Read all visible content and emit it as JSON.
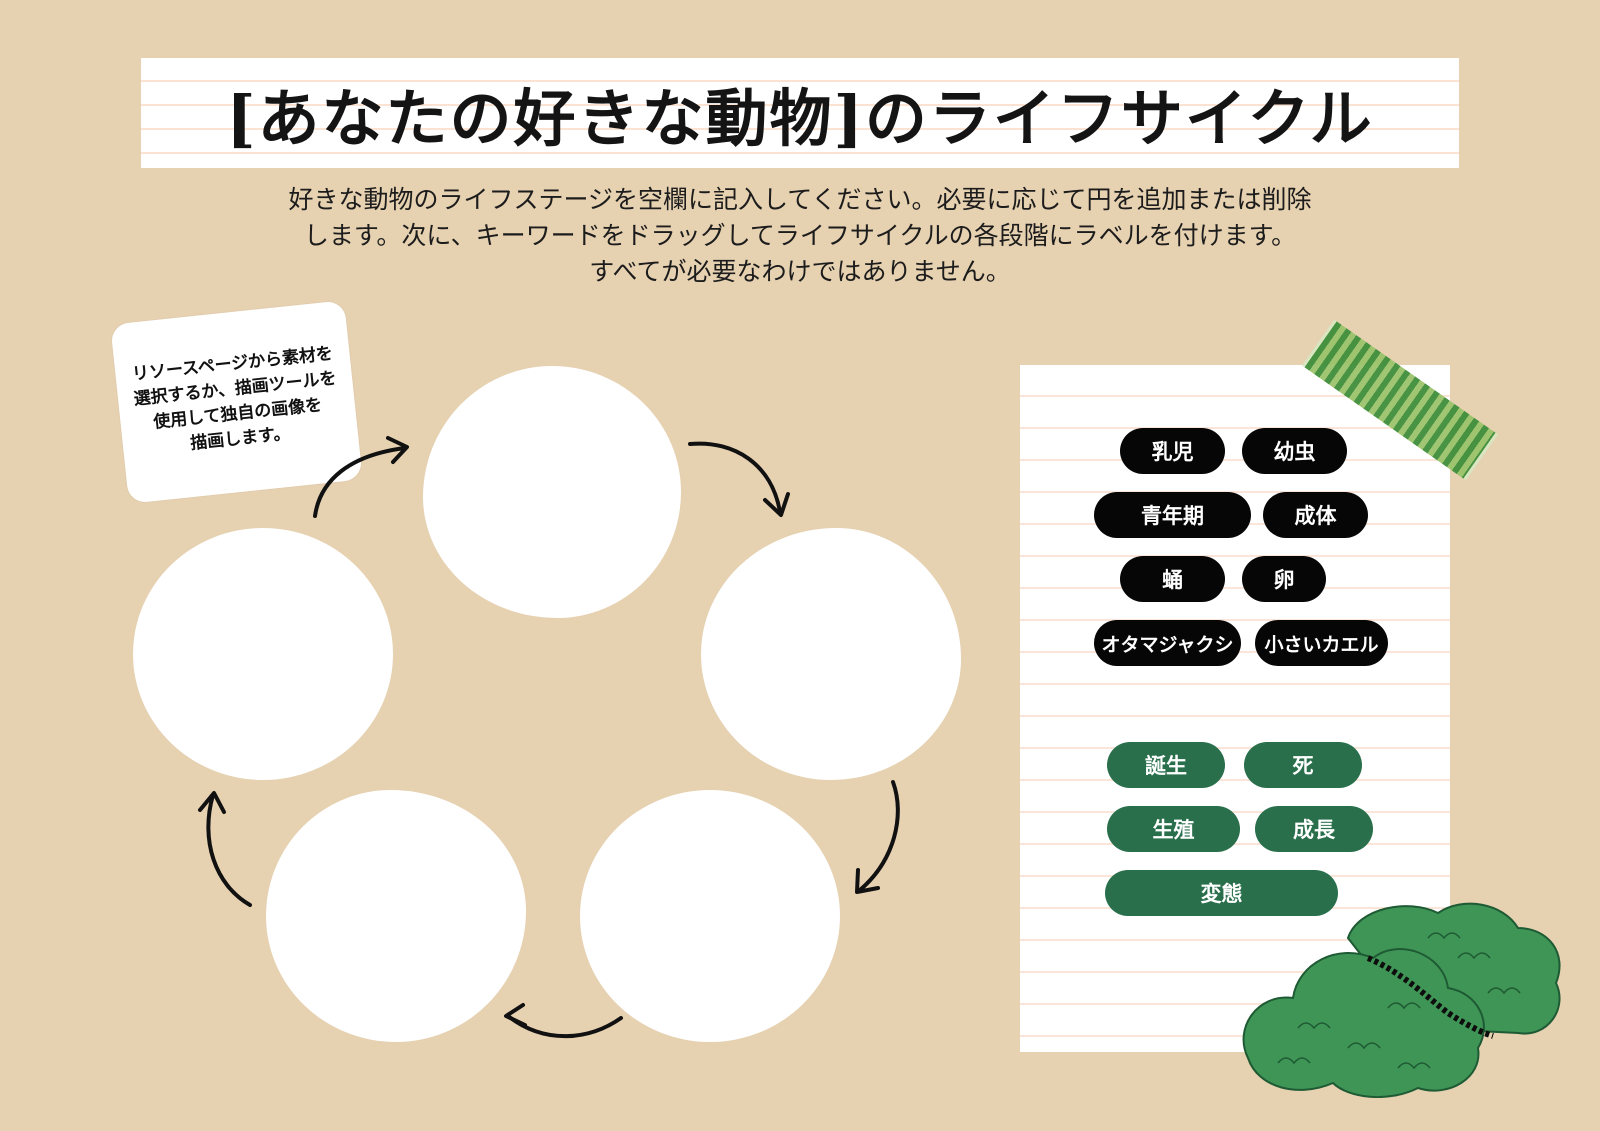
{
  "title": "[あなたの好きな動物]のライフサイクル",
  "instructions": [
    "好きな動物のライフステージを空欄に記入してください。必要に応じて円を追加または削除",
    "します。次に、キーワードをドラッグしてライフサイクルの各段階にラベルを付けます。",
    "すべてが必要なわけではありません。"
  ],
  "note": [
    "リソースページから素材を",
    "選択するか、描画ツールを",
    "使用して独自の画像を",
    "描画します。"
  ],
  "keywords_black": [
    "乳児",
    "幼虫",
    "青年期",
    "成体",
    "蛹",
    "卵",
    "オタマジャクシ",
    "小さいカエル"
  ],
  "keywords_green": [
    "誕生",
    "死",
    "生殖",
    "成長",
    "変態"
  ],
  "colors": {
    "background": "#e6d1b1",
    "black_pill": "#060606",
    "green_pill": "#296f4b",
    "circle": "#ffffff"
  },
  "icons": [
    "cycle-arrow-icon",
    "washi-tape",
    "moss-decoration"
  ]
}
